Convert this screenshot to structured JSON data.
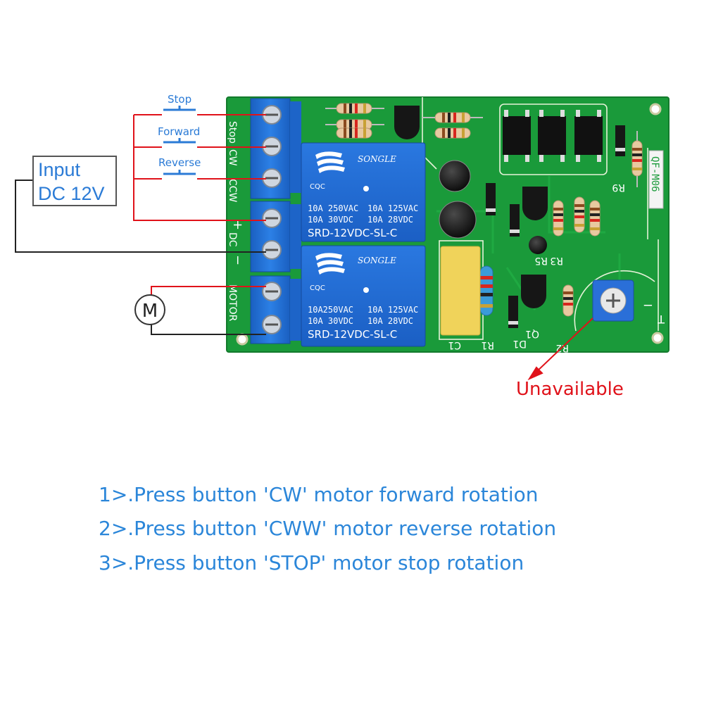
{
  "buttons": {
    "stop": "Stop",
    "forward": "Forward",
    "reverse": "Reverse"
  },
  "input": {
    "line1": "Input",
    "line2": "DC 12V"
  },
  "motor_symbol": "M",
  "board": {
    "terminal_labels": {
      "stop": "Stop",
      "cw": "CW",
      "ccw": "CCW",
      "plus": "+",
      "dc": "DC",
      "minus": "−",
      "motor": "MOTOR"
    },
    "model": "QF-M06",
    "relays": [
      {
        "brand": "SONGLE",
        "cert": "CQC",
        "rating_left_1": "10A 250VAC",
        "rating_left_2": "10A  30VDC",
        "rating_right_1": "10A 125VAC",
        "rating_right_2": "10A  28VDC",
        "part": "SRD-12VDC-SL-C"
      },
      {
        "brand": "SONGLE",
        "cert": "CQC",
        "rating_left_1": "10A250VAC",
        "rating_left_2": "10A  30VDC",
        "rating_right_1": "10A 125VAC",
        "rating_right_2": "10A  28VDC",
        "part": "SRD-12VDC-SL-C"
      }
    ],
    "silkscreen": {
      "r9": "R9",
      "r3": "R3",
      "r5": "R5",
      "r1": "R1",
      "r2": "R2",
      "c1": "C1",
      "d1": "D1",
      "q1": "Q1",
      "t": "T",
      "minus": "−"
    }
  },
  "callout": "Unavailable",
  "instructions": [
    "1>.Press button 'CW' motor forward rotation",
    "2>.Press button 'CWW' motor reverse rotation",
    "3>.Press button 'STOP' motor stop rotation"
  ],
  "colors": {
    "wire_red": "#e0121a",
    "wire_dark": "#222222",
    "label_blue": "#2b7bd6",
    "pcb_green": "#1a9a3a",
    "terminal_blue": "#1f6fd1",
    "relay_blue": "#1f6ad6"
  }
}
